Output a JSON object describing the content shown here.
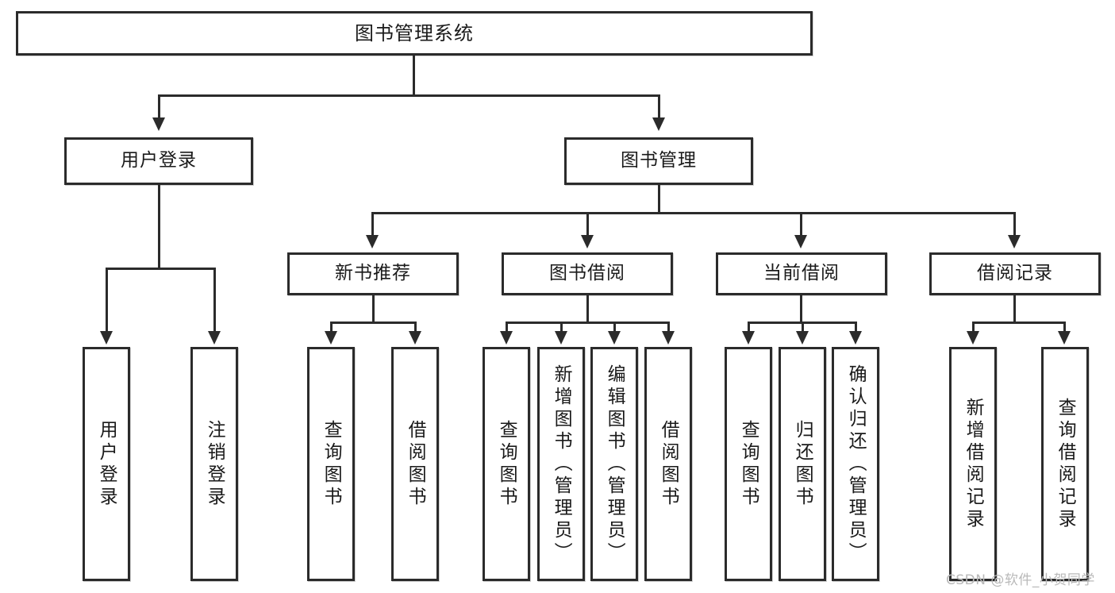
{
  "diagram": {
    "title": "图书管理系统",
    "type": "hierarchy-tree",
    "watermark": "CSDN @软件_小贺同学",
    "colors": {
      "stroke": "#2b2b2b",
      "fill": "#ffffff",
      "text": "#1a1a1a",
      "watermark": "#b9b9b9"
    },
    "levels": {
      "root": {
        "label": "图书管理系统"
      },
      "level2": [
        {
          "label": "用户登录"
        },
        {
          "label": "图书管理"
        }
      ],
      "level3": [
        {
          "label": "新书推荐"
        },
        {
          "label": "图书借阅"
        },
        {
          "label": "当前借阅"
        },
        {
          "label": "借阅记录"
        }
      ],
      "leaves": {
        "user_login": [
          {
            "label": "用户登录"
          },
          {
            "label": "注销登录"
          }
        ],
        "new_book": [
          {
            "label": "查询图书"
          },
          {
            "label": "借阅图书"
          }
        ],
        "book_borrow": [
          {
            "label": "查询图书"
          },
          {
            "label": "新增图书（管理员）"
          },
          {
            "label": "编辑图书（管理员）"
          },
          {
            "label": "借阅图书"
          }
        ],
        "current_borrow": [
          {
            "label": "查询图书"
          },
          {
            "label": "归还图书"
          },
          {
            "label": "确认归还（管理员）"
          }
        ],
        "borrow_record": [
          {
            "label": "新增借阅记录"
          },
          {
            "label": "查询借阅记录"
          }
        ]
      }
    }
  }
}
